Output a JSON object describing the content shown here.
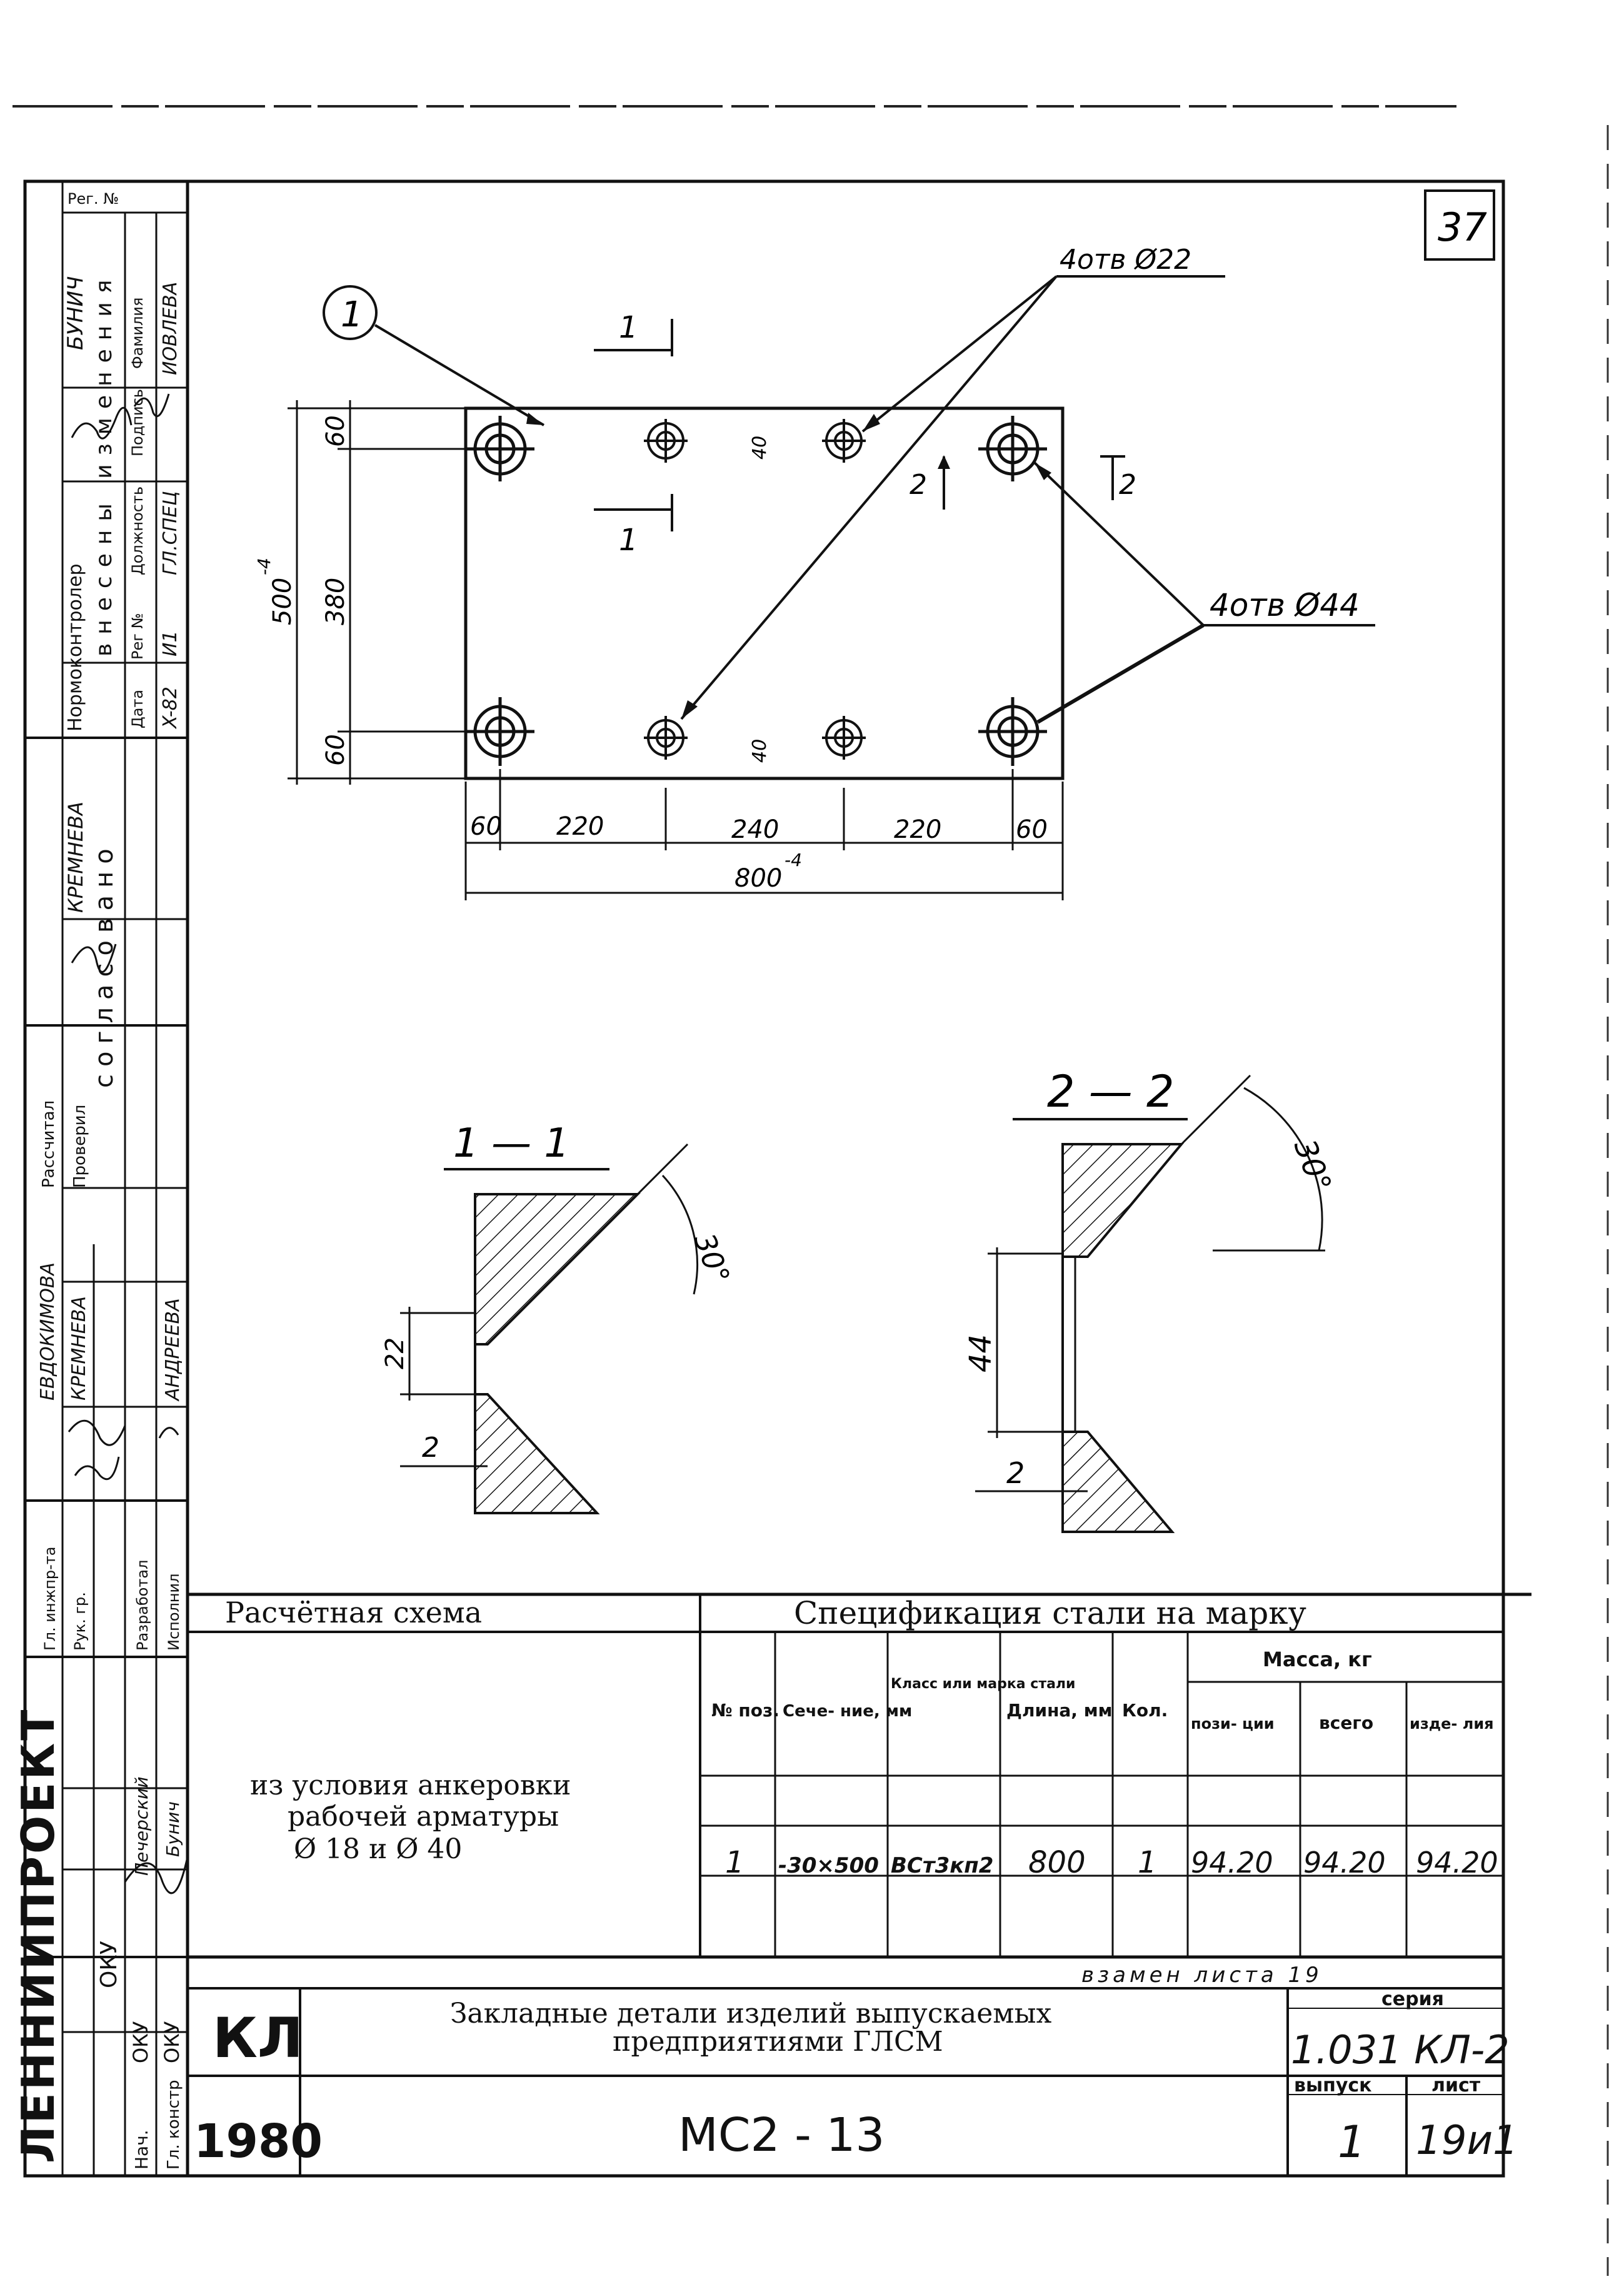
{
  "sheet": {
    "page_no": "37",
    "reg_label": "Рег. №"
  },
  "left_strip": {
    "normocontrol": "Нормоконтролер",
    "normocontrol_name": "БУНИЧ",
    "changes_title": "внесены изменения",
    "col_date": "Дата",
    "col_reg": "Рег №",
    "col_position": "Должность",
    "col_sign": "Подпись",
    "col_surname": "Фамилия",
    "row_date": "X-82",
    "row_reg": "И1",
    "row_position": "ГЛ.СПЕЦ",
    "row_surname": "ИОВЛЕВА",
    "agreed": "согласовано",
    "agreed_name": "КРЕМНЕВА",
    "calculated": "Рассчитал",
    "checked": "Проверил",
    "calc_name": "ЕВДОКИМОВА",
    "check_name": "КРЕМНЕВА",
    "chief_eng": "Гл. инжпр-та",
    "group_head": "Рук. гр.",
    "developed": "Разработал",
    "executed": "Исполнил",
    "developer_name": "АНДРЕЕВА",
    "org": "ЛЕННИИПРОЕКТ",
    "oku1": "ОКУ",
    "oku2": "ОКУ",
    "oku3": "ОКУ",
    "head": "Нач.",
    "chief_constr": "Гл. констр",
    "name_pech": "Печерский",
    "name_bun": "Бунич"
  },
  "plan": {
    "position_marker": "1",
    "holes_small": "4отв Ø22",
    "holes_large": "4отв Ø44",
    "section_1": "1",
    "section_2": "2",
    "dim_width_total": "800",
    "dim_width_tol": "-4",
    "dim_height_total": "500",
    "dim_height_tol": "-4",
    "dim_60_a": "60",
    "dim_220_a": "220",
    "dim_240": "240",
    "dim_220_b": "220",
    "dim_60_b": "60",
    "dim_v60_top": "60",
    "dim_v380": "380",
    "dim_v60_bot": "60",
    "dim_40_top": "40",
    "dim_40_bot": "40"
  },
  "section_11": {
    "title": "1 — 1",
    "angle": "30°",
    "dim_hole": "22",
    "dim_depth": "2"
  },
  "section_22": {
    "title": "2 — 2",
    "angle": "30°",
    "dim_hole": "44",
    "dim_depth": "2"
  },
  "calc_scheme": {
    "header": "Расчётная схема",
    "text_line1": "из условия анкеровки",
    "text_line2": "рабочей арматуры",
    "text_line3": "Ø 18  и  Ø 40"
  },
  "spec": {
    "header": "Спецификация стали на марку",
    "col_pos": "№ поз.",
    "col_section": "Сече- ние, мм",
    "col_class": "Класс или марка стали",
    "col_length": "Длина, мм",
    "col_qty": "Кол.",
    "col_mass": "Масса, кг",
    "col_mass_pos": "пози- ции",
    "col_mass_total": "всего",
    "col_mass_item": "изде- лия",
    "row": {
      "pos": "1",
      "section": "-30×500",
      "class": "ВСт3кп2",
      "length": "800",
      "qty": "1",
      "mass_pos": "94.20",
      "mass_total": "94.20",
      "mass_item": "94.20"
    },
    "replacement_note": "взамен листа 19"
  },
  "title_block": {
    "kl": "КЛ",
    "year": "1980",
    "title_line1": "Закладные детали изделий выпускаемых",
    "title_line2": "предприятиями ГЛСМ",
    "mark": "МС2 - 13",
    "series_label": "серия",
    "series_value": "1.031 КЛ-2",
    "issue_label": "выпуск",
    "issue_value": "1",
    "sheet_label": "лист",
    "sheet_value": "19и1"
  }
}
